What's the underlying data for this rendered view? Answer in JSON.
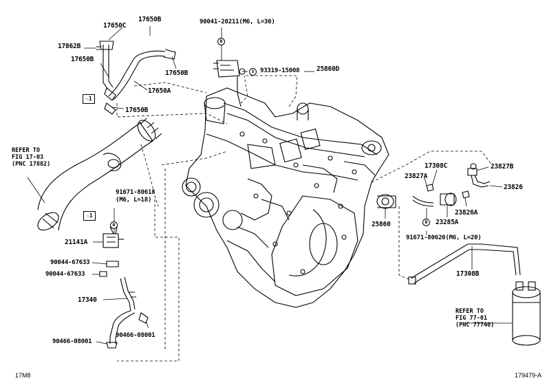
{
  "parts": {
    "p17650c": "17650C",
    "p17650b_top": "17650B",
    "p17862b": "17862B",
    "p17650b_left": "17650B",
    "p17650b_mid": "17650B",
    "p17650a": "17650A",
    "p17650b_low": "17650B",
    "p90041": "90041-20211",
    "p90041_spec": "(M6, L=30)",
    "p93319": "93319-15008",
    "p25860d": "25860D",
    "p91671_upper": "91671-80618",
    "p91671_upper_spec": "(M6, L=18)",
    "p21141a": "21141A",
    "p90044_a": "90044-67633",
    "p90044_b": "90044-67633",
    "p17340": "17340",
    "p90466_left": "90466-08001",
    "p90466_right": "90466-08001",
    "p17308c": "17308C",
    "p23827b": "23827B",
    "p23827a": "23827A",
    "p23826": "23826",
    "p23826a": "23826A",
    "p23285a": "23285A",
    "p25860": "25860",
    "p91671_lower": "91671-80620",
    "p91671_lower_spec": "(M6, L=20)",
    "p17308b": "17308B"
  },
  "badges": {
    "b_symbol": "B",
    "s_symbol": "S"
  },
  "box_mark": "☆1",
  "refer_notes": {
    "left": "REFER TO\nFIG 17-03\n(PNC 17882)",
    "right": "REFER TO\nFIG 77-01\n(PNC 77740)"
  },
  "footer": {
    "left": "17M8",
    "right": "179479-A"
  }
}
